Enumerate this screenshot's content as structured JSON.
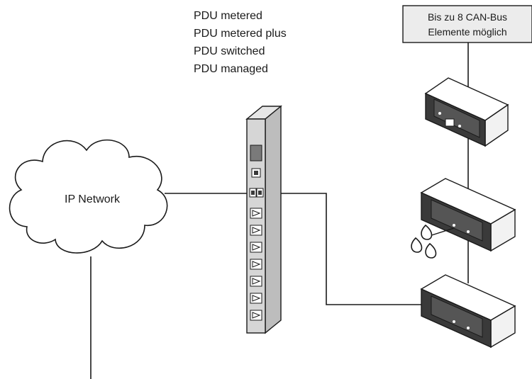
{
  "pdu_types": [
    "PDU metered",
    "PDU metered plus",
    "PDU switched",
    "PDU managed"
  ],
  "cloud_label": "IP Network",
  "canbus_note": [
    "Bis zu 8 CAN-Bus",
    "Elemente möglich"
  ],
  "colors": {
    "line": "#1a1a1a",
    "note_fill": "#ececec",
    "device_fill": "#ffffff",
    "device_dark": "#3a3a3a",
    "pdu_body": "#cfcfcf"
  }
}
